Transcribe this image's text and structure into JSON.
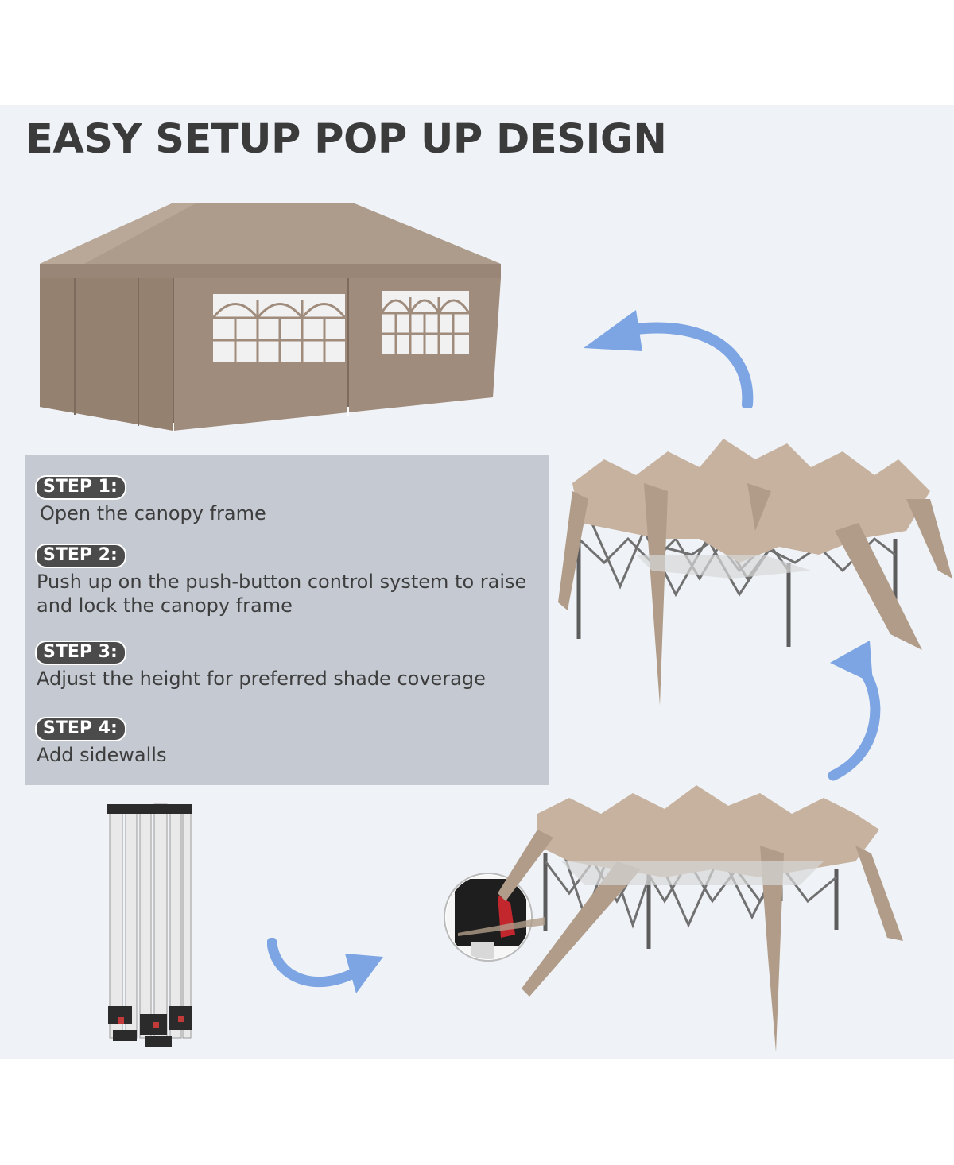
{
  "heading": "EASY SETUP POP UP DESIGN",
  "steps": [
    {
      "label": "STEP 1:",
      "text": "Open the canopy frame"
    },
    {
      "label": "STEP 2:",
      "text": "Push up on the push-button control system to raise and lock the canopy frame"
    },
    {
      "label": "STEP 3:",
      "text": "Adjust the height for preferred shade coverage"
    },
    {
      "label": "STEP 4:",
      "text": "Add sidewalls"
    }
  ],
  "colors": {
    "panel_background": "#eff3f7",
    "steps_box": "#c5cad2",
    "badge": "#4b4b4b",
    "canopy_fabric": "#a18e7e",
    "arrow": "#7da4e3"
  }
}
